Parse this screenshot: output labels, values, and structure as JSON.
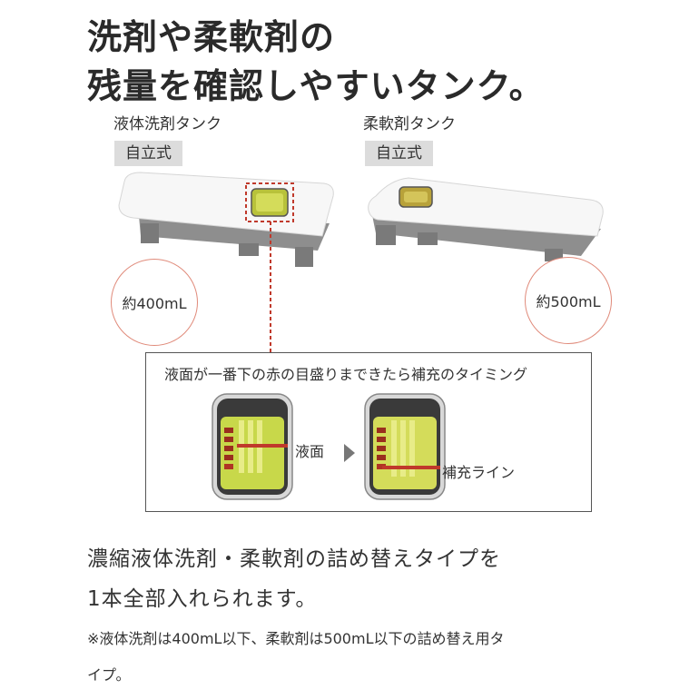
{
  "headline": {
    "line1": "洗剤や柔軟剤の",
    "line2": "残量を確認しやすいタンク。"
  },
  "tanks": [
    {
      "label": "液体洗剤タンク",
      "tag": "自立式",
      "capacity": "約400mL"
    },
    {
      "label": "柔軟剤タンク",
      "tag": "自立式",
      "capacity": "約500mL"
    }
  ],
  "detail_box": {
    "title": "液面が一番下の赤の目盛りまできたら補充のタイミング",
    "left_label": "液面",
    "right_label": "補充ライン"
  },
  "body": {
    "line1": "濃縮液体洗剤・柔軟剤の詰め替えタイプを",
    "line2": "1本全部入れられます。"
  },
  "footnote": {
    "line1": "※液体洗剤は400mL以下、柔軟剤は500mL以下の詰め替え用タ",
    "line2": "イプ。"
  },
  "colors": {
    "accent_red": "#c0392b",
    "circle_border": "#e08a7a",
    "liquid_yellow": "#c8d84a",
    "tag_gray": "#dcdcdc"
  }
}
